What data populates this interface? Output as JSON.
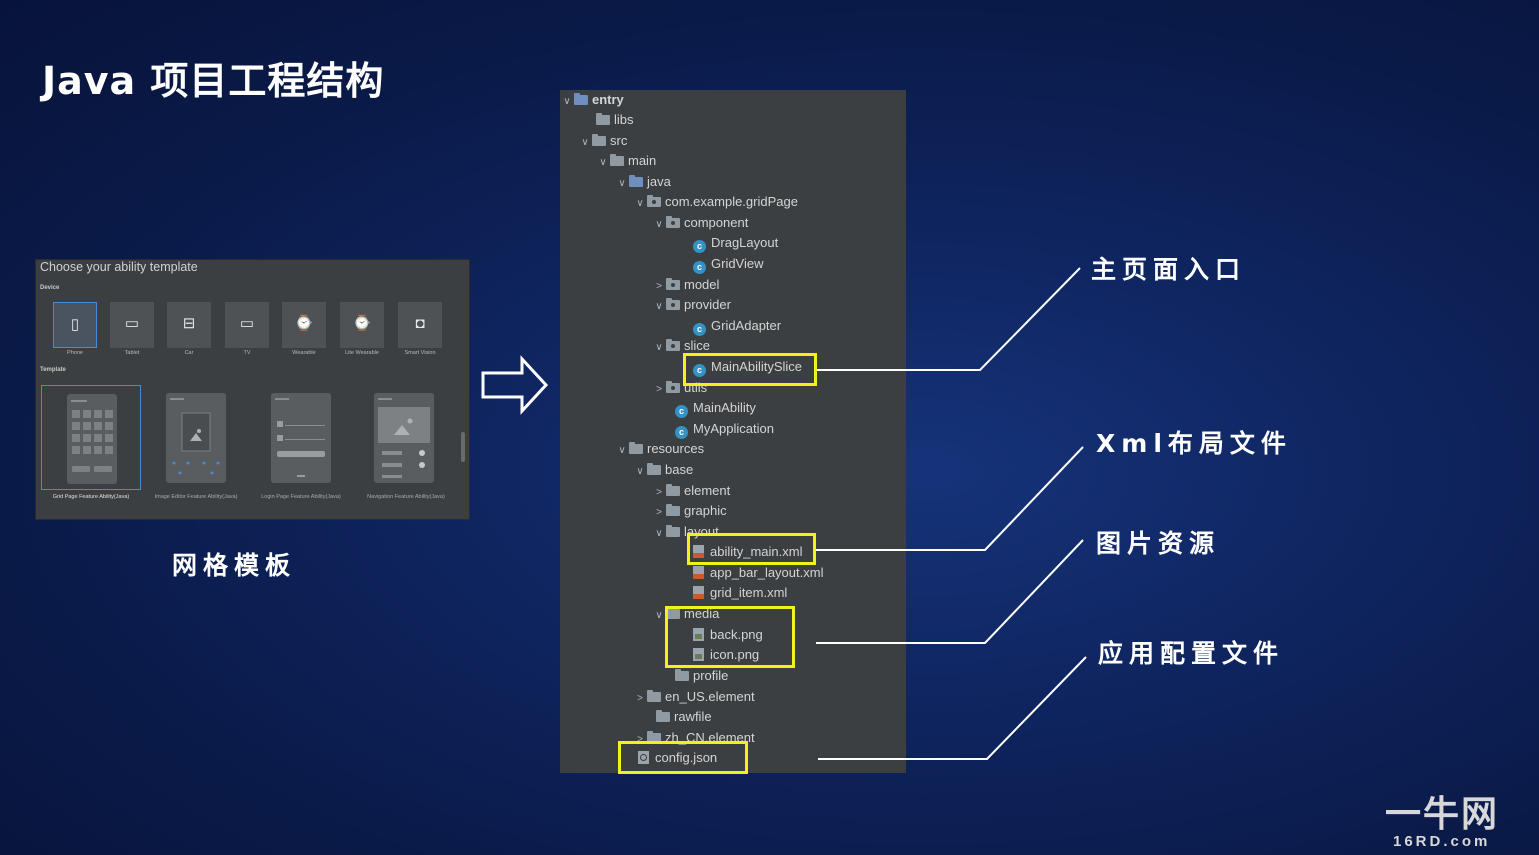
{
  "slide": {
    "title": "Java 项目工程结构",
    "left_caption": "网格模板"
  },
  "template_dialog": {
    "title": "Choose your ability template",
    "device_section": "Device",
    "template_section": "Template",
    "devices": [
      {
        "label": "Phone",
        "icon": "phone-icon",
        "selected": true
      },
      {
        "label": "Tablet",
        "icon": "tablet-icon",
        "selected": false
      },
      {
        "label": "Car",
        "icon": "car-icon",
        "selected": false
      },
      {
        "label": "TV",
        "icon": "tv-icon",
        "selected": false
      },
      {
        "label": "Wearable",
        "icon": "watch-icon",
        "selected": false
      },
      {
        "label": "Lite Wearable",
        "icon": "lite-watch-icon",
        "selected": false
      },
      {
        "label": "Smart Vision",
        "icon": "camera-icon",
        "selected": false
      }
    ],
    "templates": [
      {
        "label": "Grid Page Feature Ability(Java)",
        "selected": true
      },
      {
        "label": "Image Editor Feature Ability(Java)",
        "selected": false
      },
      {
        "label": "Login Page Feature Ability(Java)",
        "selected": false
      },
      {
        "label": "Navigation Feature Ability(Java)",
        "selected": false
      }
    ]
  },
  "tree": {
    "items": [
      {
        "label": "entry",
        "icon": "module-folder-icon",
        "chevron": "open"
      },
      {
        "label": "libs",
        "icon": "folder-icon",
        "chevron": "none"
      },
      {
        "label": "src",
        "icon": "folder-icon",
        "chevron": "open"
      },
      {
        "label": "main",
        "icon": "folder-icon",
        "chevron": "open"
      },
      {
        "label": "java",
        "icon": "source-folder-icon",
        "chevron": "open"
      },
      {
        "label": "com.example.gridPage",
        "icon": "package-icon",
        "chevron": "open"
      },
      {
        "label": "component",
        "icon": "package-icon",
        "chevron": "open"
      },
      {
        "label": "DragLayout",
        "icon": "class-icon",
        "chevron": "none"
      },
      {
        "label": "GridView",
        "icon": "class-icon",
        "chevron": "none"
      },
      {
        "label": "model",
        "icon": "package-icon",
        "chevron": "closed"
      },
      {
        "label": "provider",
        "icon": "package-icon",
        "chevron": "open"
      },
      {
        "label": "GridAdapter",
        "icon": "class-icon",
        "chevron": "none"
      },
      {
        "label": "slice",
        "icon": "package-icon",
        "chevron": "open"
      },
      {
        "label": "MainAbilitySlice",
        "icon": "class-icon",
        "chevron": "none"
      },
      {
        "label": "utils",
        "icon": "package-icon",
        "chevron": "closed"
      },
      {
        "label": "MainAbility",
        "icon": "class-icon",
        "chevron": "none"
      },
      {
        "label": "MyApplication",
        "icon": "class-icon",
        "chevron": "none"
      },
      {
        "label": "resources",
        "icon": "resources-folder-icon",
        "chevron": "open"
      },
      {
        "label": "base",
        "icon": "folder-icon",
        "chevron": "open"
      },
      {
        "label": "element",
        "icon": "folder-icon",
        "chevron": "closed"
      },
      {
        "label": "graphic",
        "icon": "folder-icon",
        "chevron": "closed"
      },
      {
        "label": "layout",
        "icon": "folder-icon",
        "chevron": "open"
      },
      {
        "label": "ability_main.xml",
        "icon": "xml-file-icon",
        "chevron": "none"
      },
      {
        "label": "app_bar_layout.xml",
        "icon": "xml-file-icon",
        "chevron": "none"
      },
      {
        "label": "grid_item.xml",
        "icon": "xml-file-icon",
        "chevron": "none"
      },
      {
        "label": "media",
        "icon": "folder-icon",
        "chevron": "open"
      },
      {
        "label": "back.png",
        "icon": "image-file-icon",
        "chevron": "none"
      },
      {
        "label": "icon.png",
        "icon": "image-file-icon",
        "chevron": "none"
      },
      {
        "label": "profile",
        "icon": "folder-icon",
        "chevron": "none"
      },
      {
        "label": "en_US.element",
        "icon": "folder-icon",
        "chevron": "closed"
      },
      {
        "label": "rawfile",
        "icon": "folder-icon",
        "chevron": "none"
      },
      {
        "label": "zh_CN.element",
        "icon": "folder-icon",
        "chevron": "closed"
      },
      {
        "label": "config.json",
        "icon": "json-file-icon",
        "chevron": "none"
      }
    ]
  },
  "annotations": {
    "main_entry": "主页面入口",
    "xml_layout": "Xml布局文件",
    "image_resources": "图片资源",
    "app_config": "应用配置文件"
  },
  "watermark": {
    "top": "一牛网",
    "bottom": "16RD.com"
  },
  "colors": {
    "highlight": "#f2f21a",
    "selection": "#4a88d8",
    "panel": "#3c3f41"
  }
}
